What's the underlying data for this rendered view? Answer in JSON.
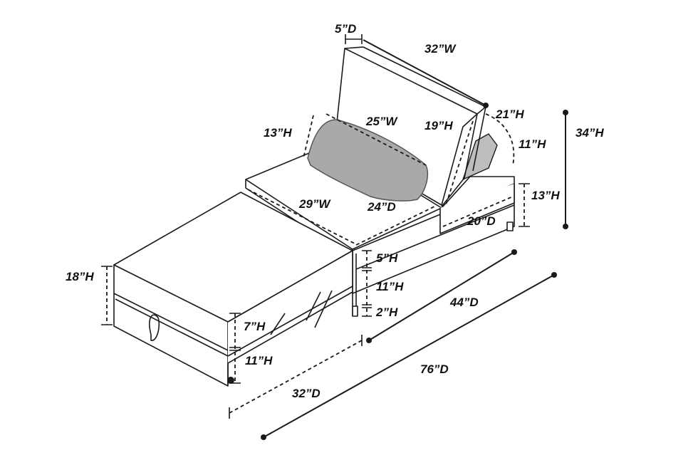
{
  "diagram": {
    "colors": {
      "line": "#1a1a1a",
      "pillow": "#a9a9a9",
      "pillow_edge": "#555555",
      "back_cushion": "#bdbdbd",
      "background": "#ffffff"
    },
    "dimensions": {
      "back_depth": "5”D",
      "back_width": "32”W",
      "pillow_height": "13”H",
      "pillow_width": "25”W",
      "inner_back_height": "19”H",
      "back_height_above_arm": "21”H",
      "armrest_height": "11”H",
      "total_height": "34”H",
      "side_height": "13”H",
      "seat_width": "29”W",
      "seat_depth": "24”D",
      "arm_depth": "20”D",
      "cushion_height": "5”H",
      "base_height": "11”H",
      "leg_height": "2”H",
      "chair_depth": "44”D",
      "ottoman_height": "18”H",
      "drawer_top_height": "7”H",
      "drawer_height": "11”H",
      "ottoman_depth": "32”D",
      "total_depth": "76”D"
    }
  }
}
